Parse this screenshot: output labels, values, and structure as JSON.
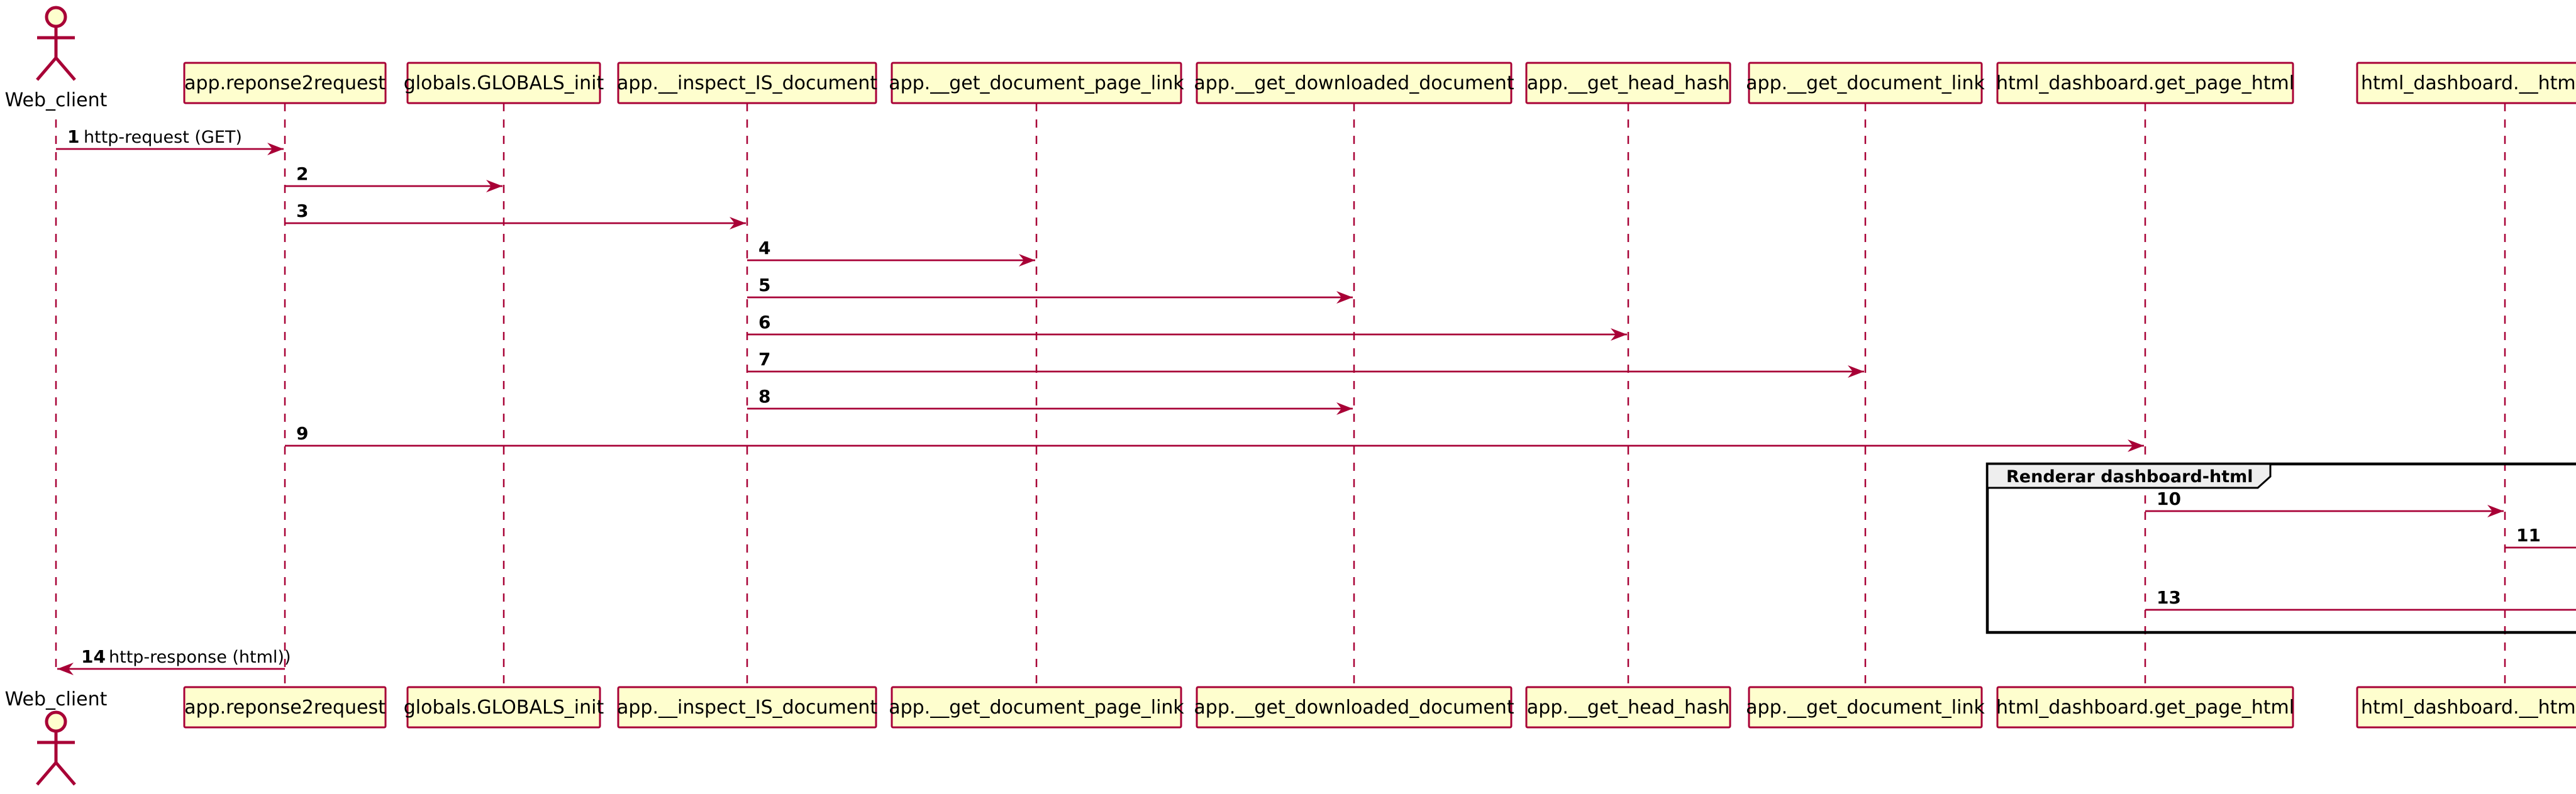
{
  "actor": {
    "name": "Web_client"
  },
  "participants": [
    {
      "id": "p1",
      "name": "app.reponse2request"
    },
    {
      "id": "p2",
      "name": "globals.GLOBALS_init"
    },
    {
      "id": "p3",
      "name": "app.__inspect_IS_document"
    },
    {
      "id": "p4",
      "name": "app.__get_document_page_link"
    },
    {
      "id": "p5",
      "name": "app.__get_downloaded_document"
    },
    {
      "id": "p6",
      "name": "app.__get_head_hash"
    },
    {
      "id": "p7",
      "name": "app.__get_document_link"
    },
    {
      "id": "p8",
      "name": "html_dashboard.get_page_html"
    },
    {
      "id": "p9",
      "name": "html_dashboard.__html_summ"
    }
  ],
  "messages": [
    {
      "num": "1",
      "text": "http-request (GET)",
      "from": "actor",
      "to": "p1"
    },
    {
      "num": "2",
      "text": "",
      "from": "p1",
      "to": "p2"
    },
    {
      "num": "3",
      "text": "",
      "from": "p1",
      "to": "p3"
    },
    {
      "num": "4",
      "text": "",
      "from": "p3",
      "to": "p4"
    },
    {
      "num": "5",
      "text": "",
      "from": "p3",
      "to": "p5"
    },
    {
      "num": "6",
      "text": "",
      "from": "p3",
      "to": "p6"
    },
    {
      "num": "7",
      "text": "",
      "from": "p3",
      "to": "p7"
    },
    {
      "num": "8",
      "text": "",
      "from": "p3",
      "to": "p5"
    },
    {
      "num": "9",
      "text": "",
      "from": "p1",
      "to": "p8"
    },
    {
      "num": "10",
      "text": "",
      "from": "p8",
      "to": "p9"
    },
    {
      "num": "11",
      "text": "",
      "from": "p9",
      "to": "offscreen"
    },
    {
      "num": "13",
      "text": "",
      "from": "p8",
      "to": "offscreen"
    },
    {
      "num": "14",
      "text": "http-response (html))",
      "from": "p1",
      "to": "actor"
    }
  ],
  "fragment": {
    "label": "Renderar dashboard-html"
  },
  "colors": {
    "line": "#A80036",
    "box_fill": "#FEFECE",
    "frame_tab": "#EEEEEE"
  }
}
